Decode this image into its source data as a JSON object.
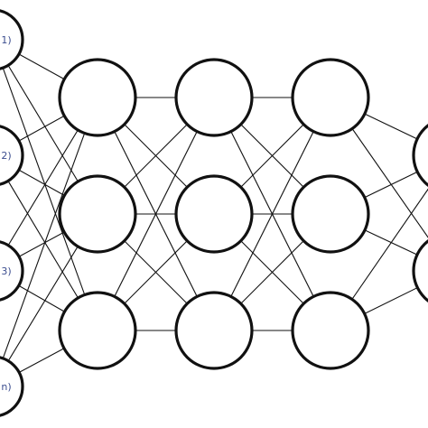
{
  "diagram": {
    "type": "neural-network",
    "layers": [
      {
        "name": "input",
        "nodes": [
          {
            "label": "1)"
          },
          {
            "label": "2)"
          },
          {
            "label": "3)"
          },
          {
            "label": "n)"
          }
        ]
      },
      {
        "name": "hidden-1",
        "nodes": [
          {},
          {},
          {}
        ]
      },
      {
        "name": "hidden-2",
        "nodes": [
          {},
          {},
          {}
        ]
      },
      {
        "name": "hidden-3",
        "nodes": [
          {},
          {},
          {}
        ]
      },
      {
        "name": "output",
        "nodes": [
          {},
          {}
        ]
      }
    ],
    "connectivity": "fully-connected",
    "colors": {
      "stroke": "#111111",
      "fill": "#ffffff",
      "label": "#3b4d8f"
    }
  }
}
